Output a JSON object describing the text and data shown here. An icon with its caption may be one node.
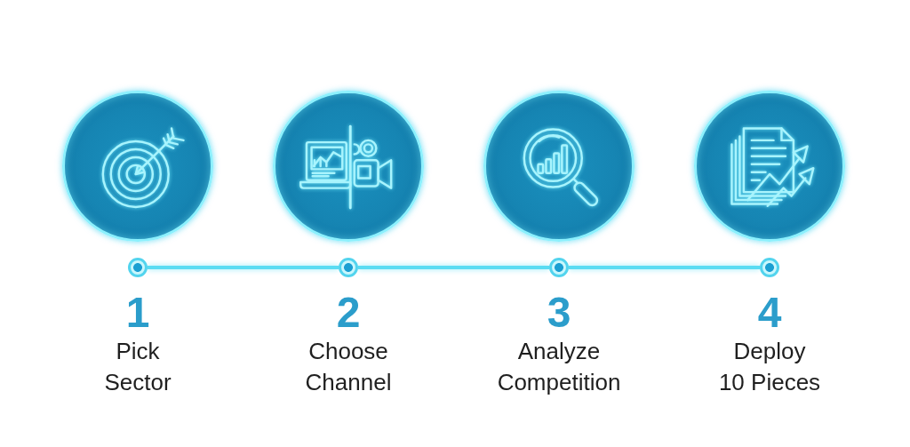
{
  "diagram": {
    "nodes": [
      {
        "text": [],
        "shape": "circle",
        "beside": [
          "1",
          "Pick Sector"
        ]
      },
      {
        "text": [],
        "shape": "circle",
        "beside": [
          "2",
          "Choose Channel"
        ]
      },
      {
        "text": [],
        "shape": "circle",
        "beside": [
          "3",
          "Analyze Competition"
        ]
      },
      {
        "text": [],
        "shape": "circle",
        "beside": [
          "4",
          "Deploy 10 Pieces"
        ]
      }
    ],
    "edges": [
      {
        "from": 0,
        "to": 1,
        "arrow": "none"
      },
      {
        "from": 1,
        "to": 2,
        "arrow": "none"
      },
      {
        "from": 2,
        "to": 3,
        "arrow": "none"
      }
    ]
  }
}
